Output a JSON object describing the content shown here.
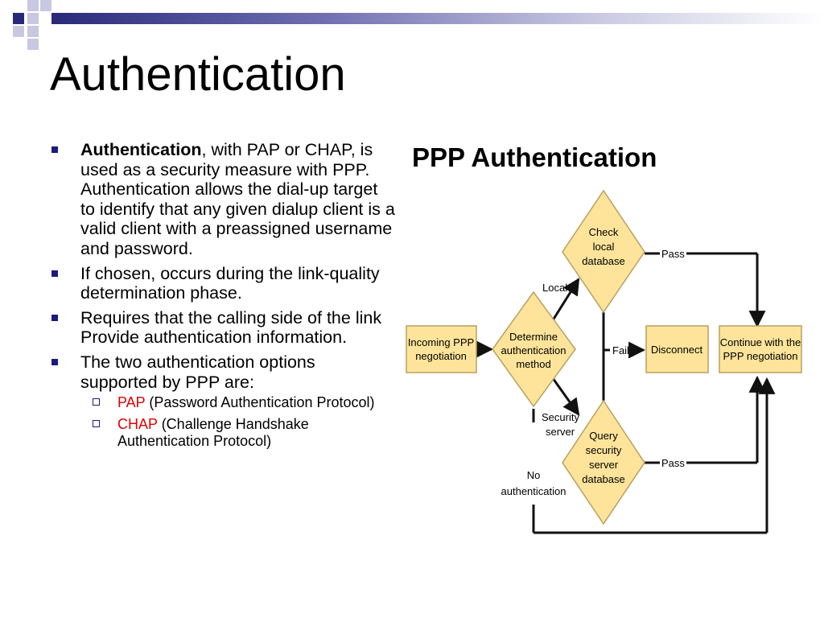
{
  "slide": {
    "title": "Authentication",
    "bullets": [
      {
        "bold": "Authentication",
        "text": ", with PAP or CHAP, is used as a security measure with PPP. Authentication allows the dial-up target to identify that any given dialup client is a valid client with a preassigned username and password."
      },
      {
        "text": "If chosen, occurs during the link-quality determination phase."
      },
      {
        "text": "Requires that the calling side of the link Provide authentication information."
      },
      {
        "text": "The two authentication options supported by PPP are:"
      }
    ],
    "sub_bullets": [
      {
        "acronym": "PAP",
        "text": " (Password Authentication Protocol)"
      },
      {
        "acronym": "CHAP",
        "text": " (Challenge Handshake Authentication Protocol)"
      }
    ]
  },
  "diagram": {
    "title": "PPP Authentication",
    "nodes": {
      "incoming": [
        "Incoming PPP",
        "negotiation"
      ],
      "determine": [
        "Determine",
        "authentication",
        "method"
      ],
      "check": [
        "Check",
        "local",
        "database"
      ],
      "query": [
        "Query",
        "security",
        "server",
        "database"
      ],
      "disconnect": [
        "Disconnect"
      ],
      "continue": [
        "Continue with the",
        "PPP negotiation"
      ]
    },
    "edge_labels": {
      "local": "Local",
      "security_server": [
        "Security",
        "server"
      ],
      "no_auth": [
        "No",
        "authentication"
      ],
      "pass_top": "Pass",
      "fail": "Fail",
      "pass_bottom": "Pass"
    },
    "colors": {
      "node_fill": "#fde49a",
      "node_stroke": "#b8a060",
      "line": "#111111"
    }
  }
}
